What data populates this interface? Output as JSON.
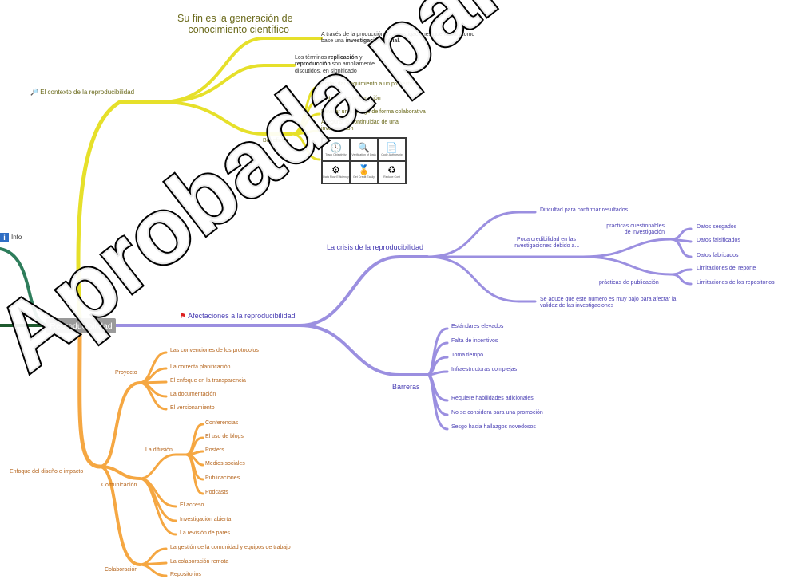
{
  "central": "Reproducibilidad",
  "info": "Info",
  "watermark": "Aprobada para deber",
  "yellow": {
    "branch": "El contexto de la reproducibilidad",
    "title_line1": "Su fin es la generación de",
    "title_line2": "conocimiento científico",
    "inv_line1": "A través de la producción de investigaciones que toman como",
    "inv_line2_a": "base una ",
    "inv_line2_b": "investigación inicial",
    "inv_line2_c": ".",
    "term_a": "Los términos ",
    "term_b": "replicación",
    "term_c": " y",
    "term_d": "reproducción",
    "term_e": " son ampliamente",
    "term_f": "discutidos, en significado",
    "benefits_label": "Beneficios",
    "benefits": [
      "Poder dar seguimiento a un proyecto",
      "Evitar la desinformación",
      "Revisar un hallazgo de forma colaborativa",
      "Asegurar la continuidad de una",
      "investigación"
    ],
    "icons": [
      {
        "name": "clock",
        "glyph": "🕓",
        "cap": "Track Objectivity"
      },
      {
        "name": "magnifier",
        "glyph": "🔍",
        "cap": "Verification of Data"
      },
      {
        "name": "document",
        "glyph": "📄",
        "cap": "Code Authorship"
      },
      {
        "name": "network",
        "glyph": "⚙",
        "cap": "Data Flow Efficiency"
      },
      {
        "name": "award",
        "glyph": "🏅",
        "cap": "Get Credit Easily"
      },
      {
        "name": "recycle",
        "glyph": "♻",
        "cap": "Reduce Cost"
      }
    ]
  },
  "purple": {
    "branch": "Afectaciones a la reproducibilidad",
    "crisis": "La crisis de la reproducibilidad",
    "crisis_items": [
      "Dificultad para confirmar resultados",
      "Poca credibilidad en las",
      "investigaciones debido a...",
      "Se aduce que este número es muy bajo para afectar la",
      "validez de las investigaciones"
    ],
    "practicas_cuest_1": "prácticas cuestionables",
    "practicas_cuest_2": "de investigación",
    "datos": [
      "Datos sesgados",
      "Datos falsificados",
      "Datos fabricados"
    ],
    "practicas_pub": "prácticas de publicación",
    "limitaciones": [
      "Limitaciones del reporte",
      "Limitaciones de los repositorios"
    ],
    "barreras": "Barreras",
    "barreras_items": [
      "Estándares elevados",
      "Falta de incentivos",
      "Toma tiempo",
      "Infraestructuras complejas",
      "Requiere habilidades adicionales",
      "No se considera para una promoción",
      "Sesgo hacia hallazgos novedosos"
    ]
  },
  "orange": {
    "branch": "Enfoque del diseño e impacto",
    "proyecto": "Proyecto",
    "proyecto_items": [
      "Las convenciones de los protocolos",
      "La correcta planificación",
      "El enfoque en la transparencia",
      "La documentación",
      "El versionamiento"
    ],
    "comunicacion": "Comunicación",
    "difusion": "La difusión",
    "difusion_items": [
      "Conferencias",
      "El uso de blogs",
      "Posters",
      "Medios sociales",
      "Publicaciones",
      "Podcasts"
    ],
    "comunicacion_items": [
      "El acceso",
      "Investigación abierta",
      "La revisión de pares"
    ],
    "colaboracion": "Colaboración",
    "colaboracion_items": [
      "La gestión de la comunidad y equipos de trabajo",
      "La colaboración remota",
      "Repositorios"
    ]
  },
  "colors": {
    "yellow": "#e6e02a",
    "purple": "#9b8fe0",
    "orange": "#f5a742",
    "green": "#2e7d5b"
  }
}
